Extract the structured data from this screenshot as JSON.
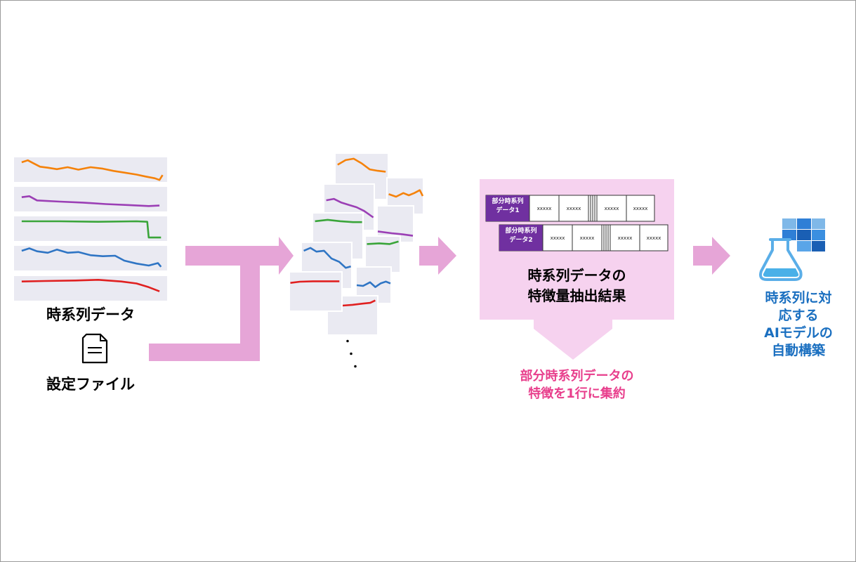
{
  "colors": {
    "orange": "#f5820a",
    "purple": "#9b3fb5",
    "green": "#3aa53a",
    "blue": "#2f75c4",
    "red": "#e02020",
    "panel": "#eaeaf2",
    "arrow": "#e6a5d7",
    "result_box": "#f6d2ef",
    "row_label": "#7030a0",
    "pink_text": "#e83e8c",
    "blue_text": "#1a6fc0"
  },
  "input": {
    "series_label": "時系列データ",
    "config_label": "設定ファイル",
    "config_icon": "document-icon"
  },
  "split": {
    "ellipsis": [
      "・",
      "・",
      "・"
    ]
  },
  "result": {
    "rows": [
      {
        "label_line1": "部分時系列",
        "label_line2": "データ1",
        "cells": [
          "xxxxx",
          "xxxxx",
          "xxxxx",
          "xxxxx"
        ]
      },
      {
        "label_line1": "部分時系列",
        "label_line2": "データ2",
        "cells": [
          "xxxxx",
          "xxxxx",
          "xxxxx",
          "xxxxx"
        ]
      }
    ],
    "title_line1": "時系列データの",
    "title_line2": "特徴量抽出結果",
    "note_line1": "部分時系列データの",
    "note_line2": "特徴を1行に集約"
  },
  "output": {
    "icon": "ai-model-flask-icon",
    "line1": "時系列に対",
    "line2": "応する",
    "line3": "AIモデルの",
    "line4": "自動構築"
  }
}
